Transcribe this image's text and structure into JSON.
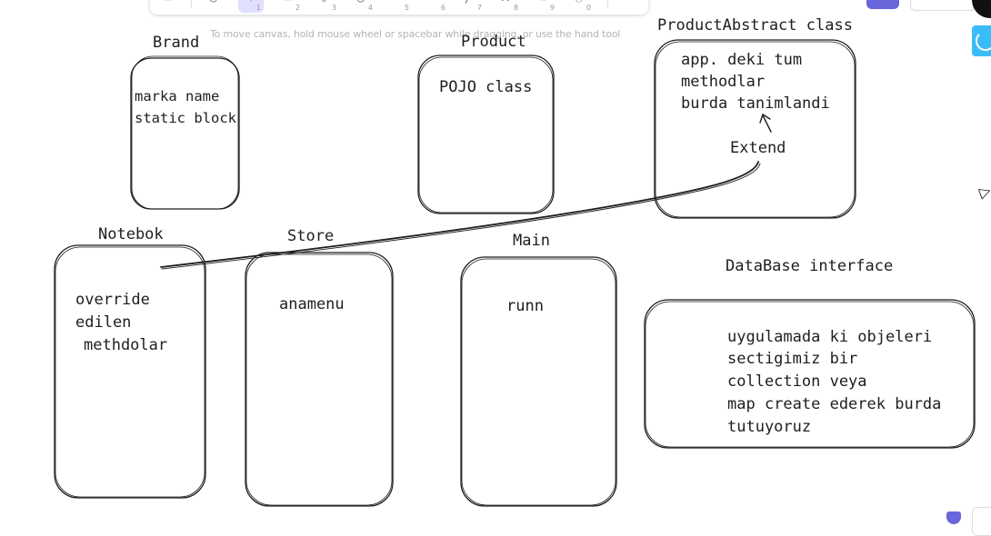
{
  "canvas": {
    "hint": "To move canvas, hold mouse wheel or spacebar while dragging, or use the hand tool"
  },
  "toolbar": {
    "tools": [
      {
        "name": "lock-tool",
        "num": ""
      },
      {
        "name": "hand-tool",
        "num": ""
      },
      {
        "name": "selection-tool",
        "num": "1"
      },
      {
        "name": "rectangle-tool",
        "num": "2"
      },
      {
        "name": "diamond-tool",
        "num": "3"
      },
      {
        "name": "ellipse-tool",
        "num": "4"
      },
      {
        "name": "arrow-tool",
        "num": "5"
      },
      {
        "name": "line-tool",
        "num": "6"
      },
      {
        "name": "draw-tool",
        "num": "7"
      },
      {
        "name": "text-tool",
        "num": "8"
      },
      {
        "name": "image-tool",
        "num": "9"
      },
      {
        "name": "eraser-tool",
        "num": "0"
      }
    ]
  },
  "diagram": {
    "brand": {
      "title": "Brand",
      "body": [
        "marka name",
        "static block"
      ]
    },
    "product": {
      "title": "Product",
      "body": [
        "POJO class"
      ]
    },
    "product_abstract": {
      "title": "ProductAbstract class",
      "body": [
        "app. deki tum",
        "methodlar",
        "burda tanimlandi"
      ],
      "arrow_label": "Extend"
    },
    "notebook": {
      "title": "Notebok",
      "body": [
        "override",
        "edilen",
        "methdolar"
      ]
    },
    "store": {
      "title": "Store",
      "body": [
        "anamenu"
      ]
    },
    "main": {
      "title": "Main",
      "body": [
        "runn"
      ]
    },
    "database": {
      "title": "DataBase interface",
      "body": [
        "uygulamada ki objeleri",
        "sectigimiz bir",
        "collection veya",
        "map create ederek burda",
        "tutuyoruz"
      ]
    }
  },
  "colors": {
    "stroke": "#1e1e1e",
    "accent": "#6965db",
    "panel": "#38bdf8"
  }
}
